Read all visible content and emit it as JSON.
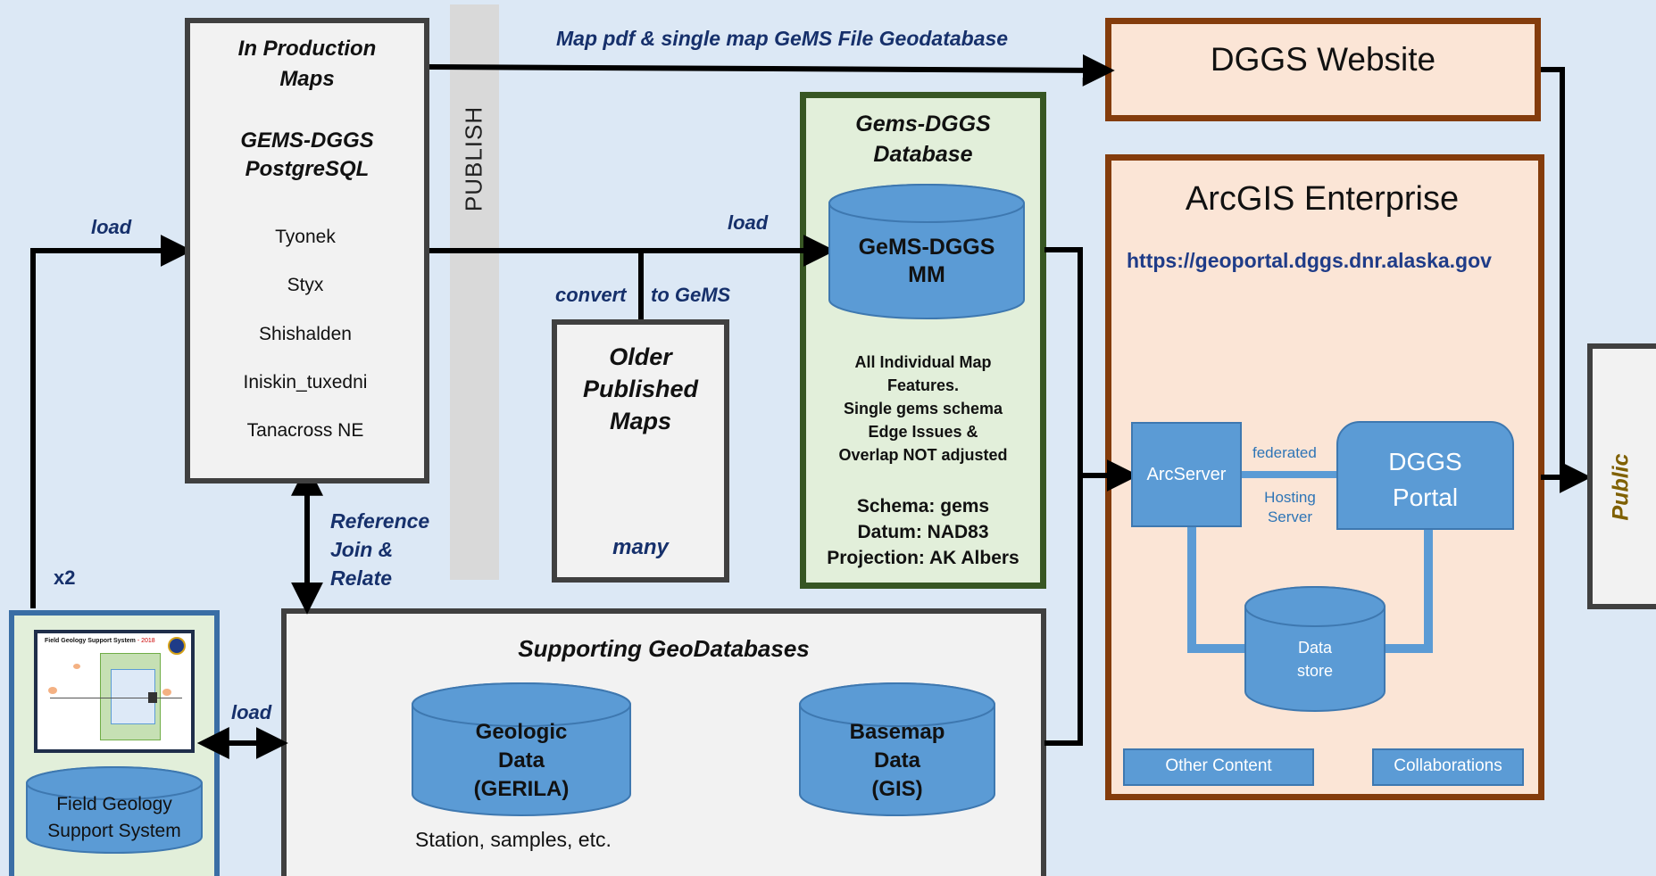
{
  "production": {
    "title_line1": "In Production",
    "title_line2": "Maps",
    "db_line1": "GEMS-DGGS",
    "db_line2": "PostgreSQL",
    "databases": [
      "Tyonek",
      "Styx",
      "Shishalden",
      "Iniskin_tuxedni",
      "Tanacross NE"
    ]
  },
  "publish_label": "PUBLISH",
  "edges": {
    "map_pdf": "Map pdf & single map GeMS File Geodatabase",
    "load_left": "load",
    "load_top": "load",
    "convert": "convert",
    "to_gems": "to GeMS",
    "ref_line1": "Reference",
    "ref_line2": "Join &",
    "ref_line3": "Relate",
    "x2": "x2",
    "load_bottom": "load"
  },
  "older": {
    "line1": "Older",
    "line2": "Published",
    "line3": "Maps",
    "many": "many"
  },
  "gems_db": {
    "title_line1": "Gems-DGGS",
    "title_line2": "Database",
    "cyl_line1": "GeMS-DGGS",
    "cyl_line2": "MM",
    "desc_lines": [
      "All Individual Map",
      "Features.",
      "Single gems schema",
      "Edge Issues &",
      "Overlap NOT adjusted"
    ],
    "schema": "Schema: gems",
    "datum": "Datum: NAD83",
    "projection": "Projection: AK Albers"
  },
  "website": {
    "title": "DGGS Website"
  },
  "arcgis": {
    "title": "ArcGIS Enterprise",
    "url": "https://geoportal.dggs.dnr.alaska.gov",
    "arcserver": "ArcServer",
    "federated": "federated",
    "hosting_line1": "Hosting",
    "hosting_line2": "Server",
    "portal_line1": "DGGS",
    "portal_line2": "Portal",
    "datastore_line1": "Data",
    "datastore_line2": "store",
    "other_content": "Other Content",
    "collaborations": "Collaborations"
  },
  "public_label": "Public",
  "supporting": {
    "title": "Supporting GeoDatabases",
    "geo_line1": "Geologic",
    "geo_line2": "Data",
    "geo_line3": "(GERILA)",
    "base_line1": "Basemap",
    "base_line2": "Data",
    "base_line3": "(GIS)",
    "caption": "Station, samples, etc."
  },
  "field": {
    "thumb_title": "Field Geology Support System",
    "thumb_year": " - 2018",
    "line1": "Field Geology",
    "line2": "Support System"
  },
  "colors": {
    "background": "#dce8f5",
    "cylinder": "#5b9bd5",
    "cylinder_edge": "#3e78b0",
    "navy_text": "#16306b",
    "gems_border": "#375623",
    "gems_fill": "#e2efda",
    "enterprise_border": "#843c0c",
    "enterprise_fill": "#fbe5d6",
    "field_border": "#3a6ea5",
    "public_text": "#7f6000"
  }
}
